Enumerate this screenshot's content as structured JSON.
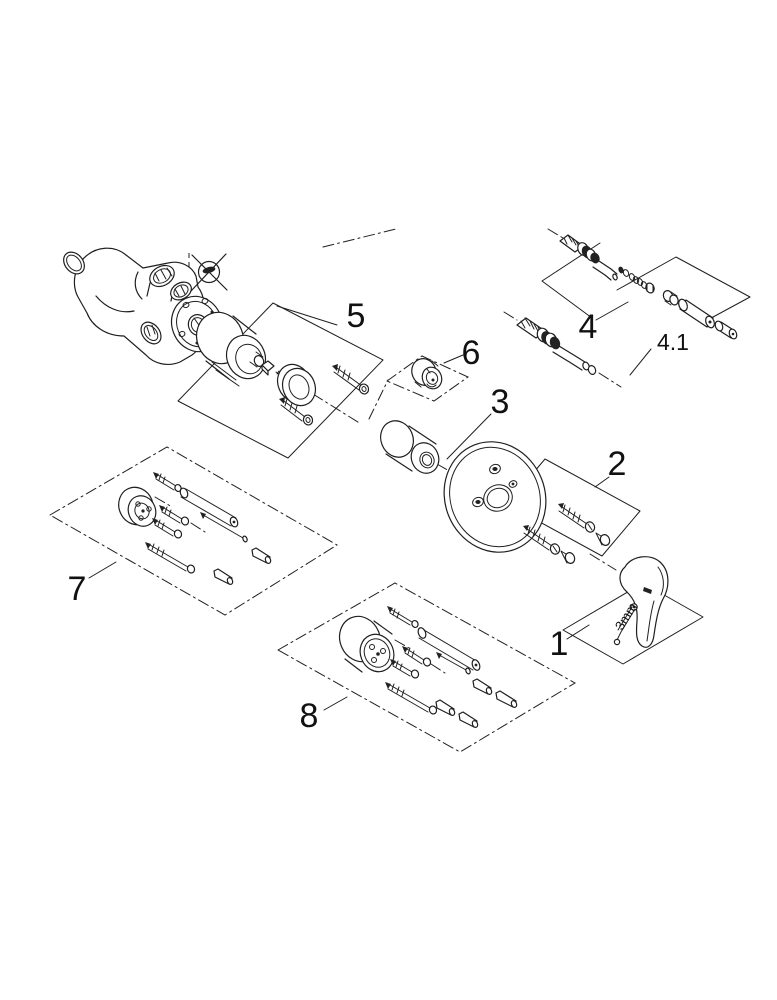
{
  "diagram": {
    "background_color": "#ffffff",
    "line_color": "#1f1f1f",
    "callouts": {
      "part1": "1",
      "part2": "2",
      "part3": "3",
      "part4": "4",
      "part4_1": "4.1",
      "part5": "5",
      "part6": "6",
      "part7": "7",
      "part8": "8"
    },
    "annotations": {
      "hex_key_size": "3mm"
    },
    "symbols": {
      "discard_plug": "crossed-out-plug-icon"
    }
  }
}
